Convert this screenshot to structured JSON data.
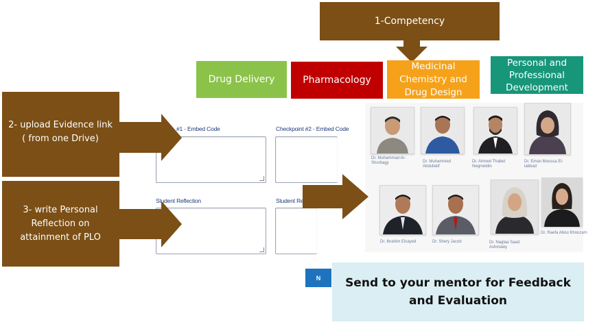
{
  "competency": {
    "label": "1-Competency",
    "color": "#7b4f16"
  },
  "categories": [
    {
      "label": "Drug Delivery",
      "color": "#8bc34a"
    },
    {
      "label": "Pharmacology",
      "color": "#c00000"
    },
    {
      "label": "Medicinal Chemistry and Drug Design",
      "color": "#f5a21a"
    },
    {
      "label": "Personal and Professional Development",
      "color": "#17967a"
    }
  ],
  "steps": [
    {
      "label": "2- upload Evidence link ( from one Drive)"
    },
    {
      "label": "3- write Personal Reflection on attainment of PLO"
    }
  ],
  "form": {
    "field1_label": "#1 - Embed Code",
    "field2_label": "Checkpoint #2 - Embed Code",
    "field3_label": "Student Reflection",
    "field4_label": "Student Reflec",
    "button_label": "N"
  },
  "mentors": [
    {
      "name": "Dr. Muhammad Al-Shorbagy"
    },
    {
      "name": "Dr. Muhammed Abdullatif"
    },
    {
      "name": "Dr. Ahmed Thabet Negmeldin"
    },
    {
      "name": "Dr. Eman Moussa El-labbad"
    },
    {
      "name": "Dr. Ibrahim Elsayed"
    },
    {
      "name": "Dr. Shery Jacob"
    },
    {
      "name": "Dr. Naglaa Saad Ashmawy"
    },
    {
      "name": "Dr. Raefa Abou Khouzam"
    }
  ],
  "feedback": {
    "label": "Send to your mentor for Feedback and Evaluation",
    "color": "#daeef3"
  }
}
